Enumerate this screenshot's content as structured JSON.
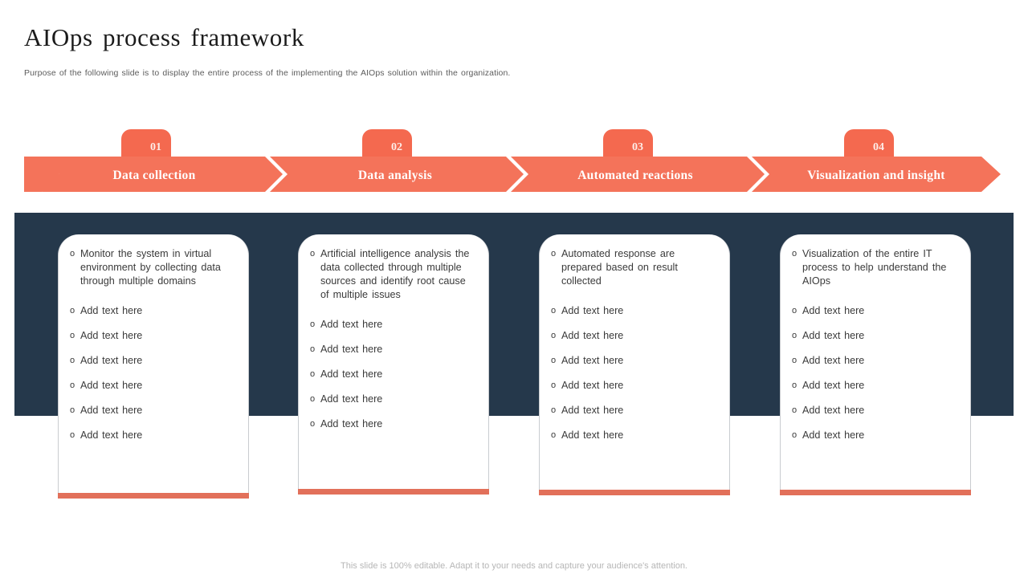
{
  "header": {
    "title": "AIOps process framework",
    "subtitle": "Purpose of the following slide is to display the entire process of the implementing the AIOps solution within the organization."
  },
  "colors": {
    "accent_orange": "#F4694F",
    "accent_orange_soft": "#F4735A",
    "card_underline": "#E2705A",
    "dark_band": "#25384B",
    "title_text": "#1B1B1B",
    "body_text": "#3A3A3A",
    "footer_text": "#B6B6B6"
  },
  "process_steps": [
    {
      "number": "01",
      "label": "Data collection"
    },
    {
      "number": "02",
      "label": "Data analysis"
    },
    {
      "number": "03",
      "label": "Automated reactions"
    },
    {
      "number": "04",
      "label": "Visualization and insight"
    }
  ],
  "cards": [
    {
      "id": "card-data-collection",
      "bullet_symbol": "o",
      "items": [
        "Monitor the system in virtual environment by collecting data through multiple domains",
        "Add text here",
        "Add text here",
        "Add text here",
        "Add text here",
        "Add text here",
        "Add text here"
      ]
    },
    {
      "id": "card-data-analysis",
      "bullet_symbol": "o",
      "items": [
        "Artificial intelligence analysis the data collected through multiple sources and identify root cause of multiple issues",
        "Add text here",
        "Add text here",
        "Add text here",
        "Add text here",
        "Add text here"
      ]
    },
    {
      "id": "card-automated-reactions",
      "bullet_symbol": "o",
      "items": [
        "Automated response are prepared based on result collected",
        "Add text here",
        "Add text here",
        "Add text here",
        "Add text here",
        "Add text here",
        "Add text here"
      ]
    },
    {
      "id": "card-visualization-insight",
      "bullet_symbol": "o",
      "items": [
        "Visualization of the entire IT process to help understand the AIOps",
        "Add text here",
        "Add text here",
        "Add text here",
        "Add text here",
        "Add text here",
        "Add text here"
      ]
    }
  ],
  "footer": {
    "note": "This slide is 100% editable. Adapt it to your needs and capture your audience's attention."
  }
}
